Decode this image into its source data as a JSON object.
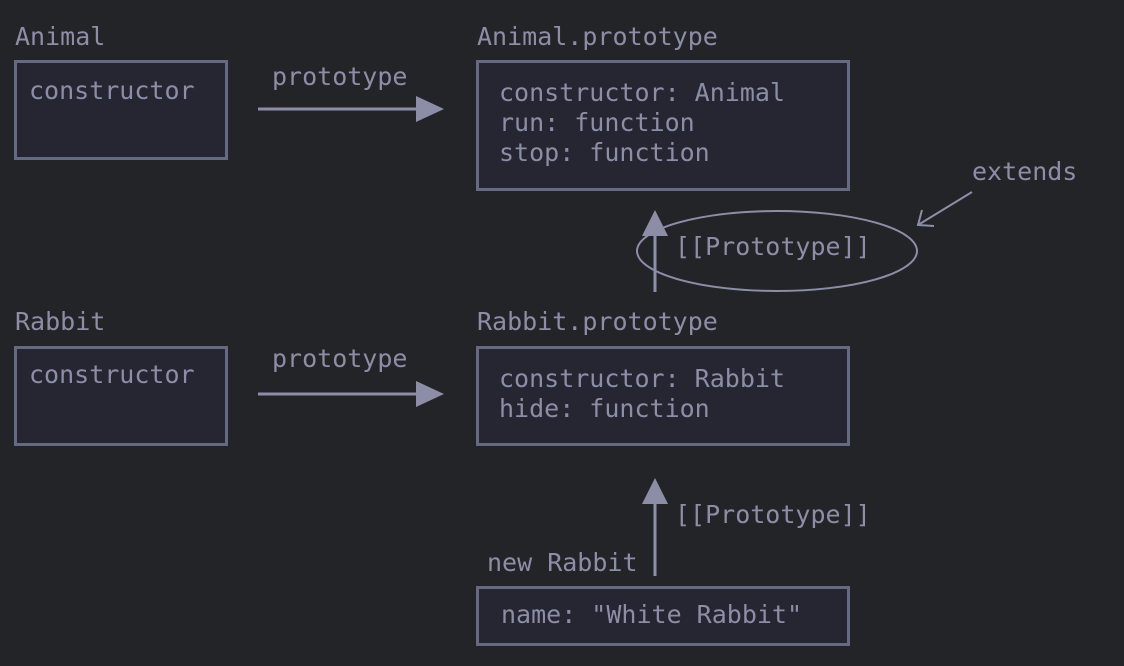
{
  "animal": {
    "title": "Animal",
    "constructor_label": "constructor",
    "edge_label": "prototype"
  },
  "animal_prototype": {
    "title": "Animal.prototype",
    "lines": [
      "constructor: Animal",
      "run: function",
      "stop: function"
    ]
  },
  "extends_label": "extends",
  "proto_link_1": "[[Prototype]]",
  "rabbit": {
    "title": "Rabbit",
    "constructor_label": "constructor",
    "edge_label": "prototype"
  },
  "rabbit_prototype": {
    "title": "Rabbit.prototype",
    "lines": [
      "constructor: Rabbit",
      "hide: function"
    ]
  },
  "proto_link_2": "[[Prototype]]",
  "new_rabbit": {
    "title": "new Rabbit",
    "lines": [
      "name: \"White Rabbit\""
    ]
  }
}
